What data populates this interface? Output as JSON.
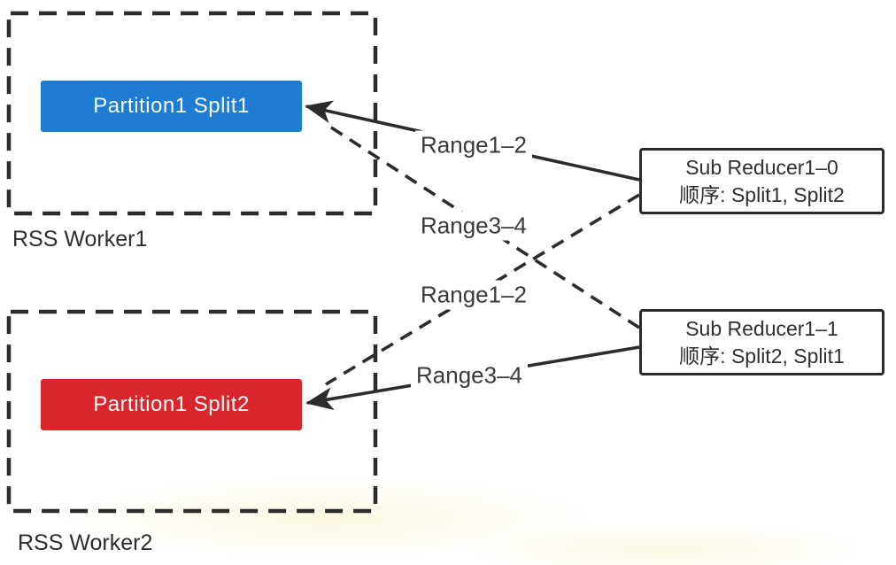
{
  "workers": [
    {
      "label": "RSS Worker1",
      "split": "Partition1 Split1",
      "split_color": "#1e7dd2"
    },
    {
      "label": "RSS Worker2",
      "split": "Partition1 Split2",
      "split_color": "#d8262c"
    }
  ],
  "reducers": [
    {
      "title": "Sub Reducer1–0",
      "order": "顺序: Split1, Split2"
    },
    {
      "title": "Sub Reducer1–1",
      "order": "顺序: Split2, Split1"
    }
  ],
  "edges": [
    {
      "label": "Range1–2",
      "from": "Sub Reducer1–0",
      "to": "Partition1 Split1",
      "style": "solid"
    },
    {
      "label": "Range3–4",
      "from": "Sub Reducer1–1",
      "to": "Partition1 Split1",
      "style": "dashed"
    },
    {
      "label": "Range1–2",
      "from": "Sub Reducer1–0",
      "to": "Partition1 Split2",
      "style": "dashed"
    },
    {
      "label": "Range3–4",
      "from": "Sub Reducer1–1",
      "to": "Partition1 Split2",
      "style": "solid"
    }
  ],
  "colors": {
    "split1_fill": "#1e7dd2",
    "split2_fill": "#d8262c",
    "stroke": "#2c2c2c",
    "label_text": "#3a3a3a",
    "background": "#ffffff"
  }
}
